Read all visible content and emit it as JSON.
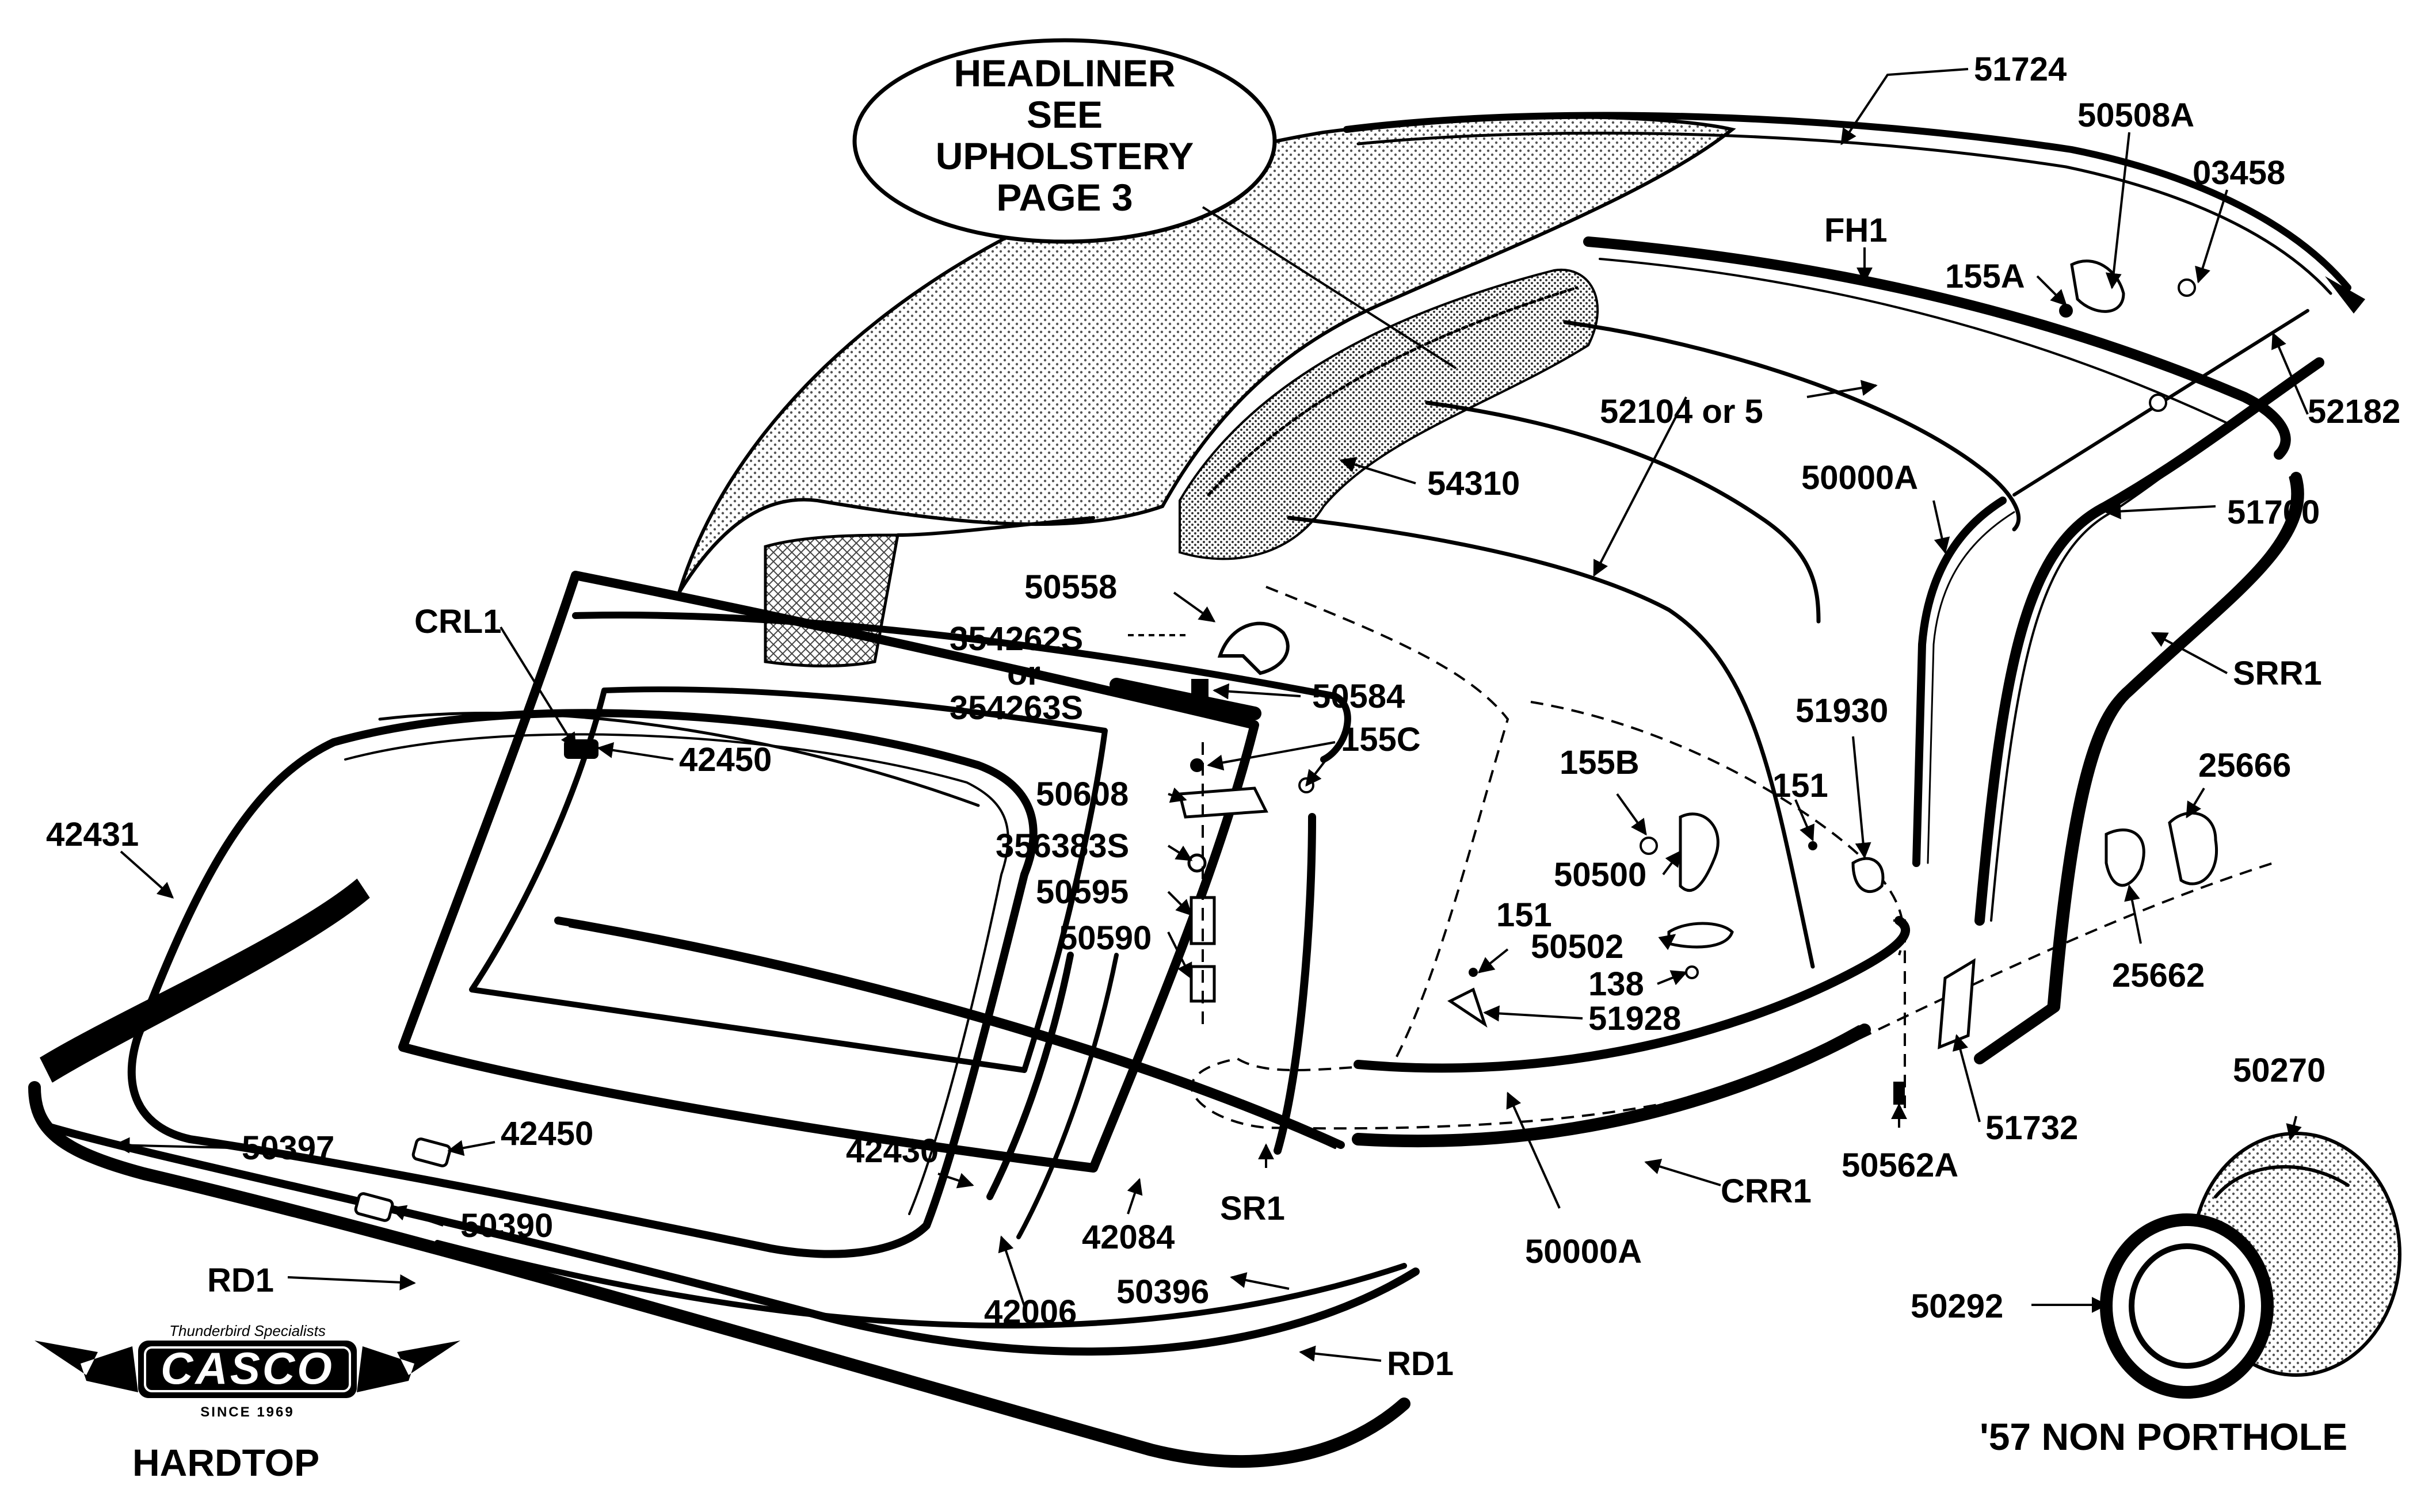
{
  "diagram": {
    "callout": [
      "HEADLINER",
      "SEE",
      "UPHOLSTERY",
      "PAGE 3"
    ],
    "title": "HARDTOP",
    "inset_title": "'57 NON PORTHOLE",
    "logo": {
      "brand": "CASCO",
      "tagline": "Thunderbird Specialists",
      "since": "SINCE 1969"
    },
    "parts": {
      "p51724": "51724",
      "p50508A": "50508A",
      "p03458": "03458",
      "pFH1": "FH1",
      "p155A": "155A",
      "p52182": "52182",
      "p52104": "52104 or 5",
      "p50000A_top": "50000A",
      "p54310": "54310",
      "p51700": "51700",
      "pSRR1": "SRR1",
      "p25666": "25666",
      "p25662": "25662",
      "p50558": "50558",
      "p354262S": "354262S",
      "p_or": "or",
      "p354263S": "354263S",
      "p50584": "50584",
      "p155C": "155C",
      "p50608": "50608",
      "p356383S": "356383S",
      "p50595": "50595",
      "p50590": "50590",
      "pCRL1": "CRL1",
      "p42450_top": "42450",
      "p42431": "42431",
      "p51930": "51930",
      "p155B": "155B",
      "p151_right": "151",
      "p50500": "50500",
      "p151_left": "151",
      "p50502": "50502",
      "p138": "138",
      "p51928": "51928",
      "p51732": "51732",
      "p50562A": "50562A",
      "p50270": "50270",
      "p50292": "50292",
      "p50397": "50397",
      "p42450_bot": "42450",
      "p50390": "50390",
      "p42430": "42430",
      "pRD1_left": "RD1",
      "pRD1_right": "RD1",
      "p42006": "42006",
      "p42084": "42084",
      "pSR1": "SR1",
      "p50396": "50396",
      "p50000A_bot": "50000A",
      "pCRR1": "CRR1"
    }
  }
}
